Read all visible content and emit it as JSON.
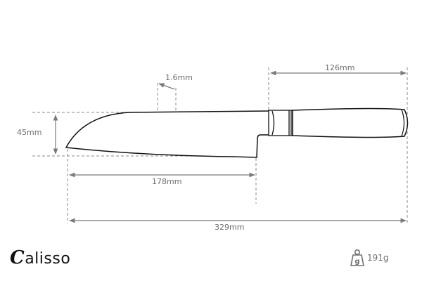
{
  "brand": {
    "logo_initial": "C",
    "logo_rest": "alisso"
  },
  "dimensions": {
    "blade_thickness": "1.6mm",
    "handle_length": "126mm",
    "blade_height": "45mm",
    "blade_length": "178mm",
    "total_length": "329mm"
  },
  "weight": {
    "icon": "weight-kettlebell-icon",
    "icon_glyph": "g",
    "value": "191g"
  },
  "colors": {
    "outline": "#111111",
    "dimension_line": "#7a7a7a",
    "text": "#6e6e6e"
  }
}
